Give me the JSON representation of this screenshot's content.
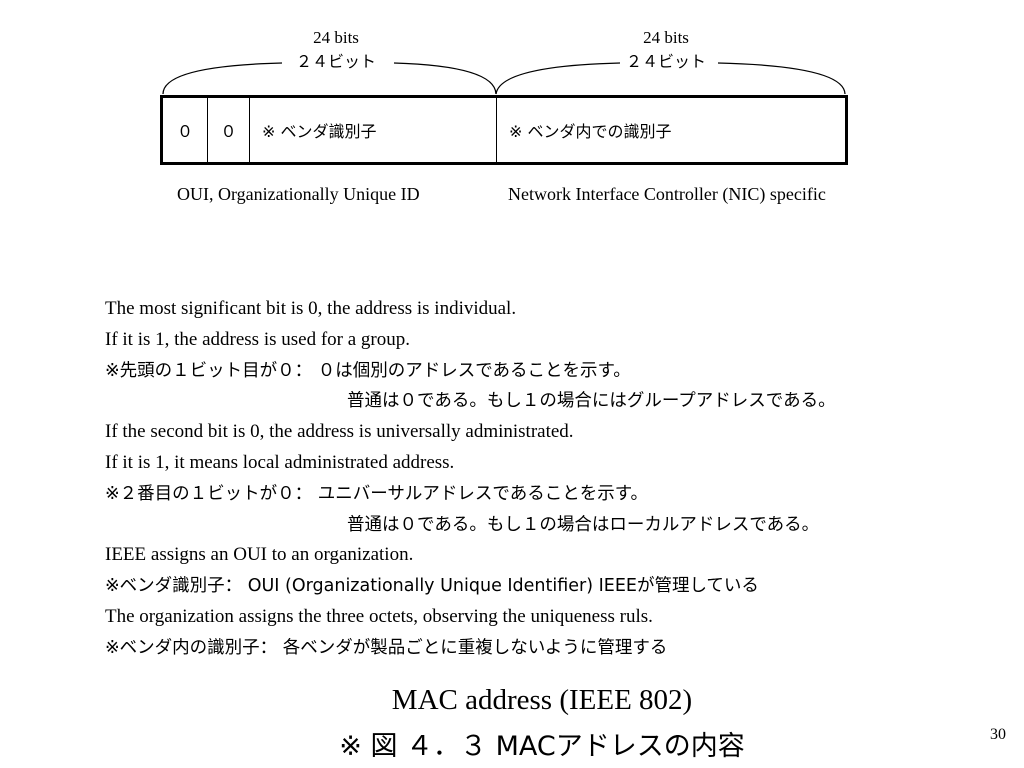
{
  "header": {
    "left_bits_en": "24 bits",
    "left_bits_jp": "２４ビット",
    "right_bits_en": "24 bits",
    "right_bits_jp": "２４ビット"
  },
  "mac_fields": {
    "bit1": "０",
    "bit2": "０",
    "oui_label": "※ ベンダ識別子",
    "nic_label": "※ ベンダ内での識別子",
    "oui_caption": "OUI, Organizationally Unique ID",
    "nic_caption": "Network Interface Controller (NIC) specific"
  },
  "body_lines": [
    "The  most significant bit is 0, the address is individual.",
    "If it is 1, the address is used for a group.",
    "※先頭の１ビット目が０：  ０は個別のアドレスであることを示す。",
    "普通は０である。もし１の場合にはグループアドレスである。",
    "If the second bit is 0, the address is universally administrated.",
    "If it is 1, it means local administrated address.",
    "※２番目の１ビットが０：  ユニバーサルアドレスであることを示す。",
    "普通は０である。もし１の場合はローカルアドレスである。",
    "IEEE assigns an OUI to an organization.",
    "※ベンダ識別子：  OUI   (Organizationally Unique Identifier)  IEEEが管理している",
    "The organization assigns the three octets, observing the uniqueness ruls.",
    "※ベンダ内の識別子：  各ベンダが製品ごとに重複しないように管理する"
  ],
  "title": {
    "main": "MAC address (IEEE 802)",
    "sub": "※ 図   ４．３  MACアドレスの内容"
  },
  "page_number": "30"
}
